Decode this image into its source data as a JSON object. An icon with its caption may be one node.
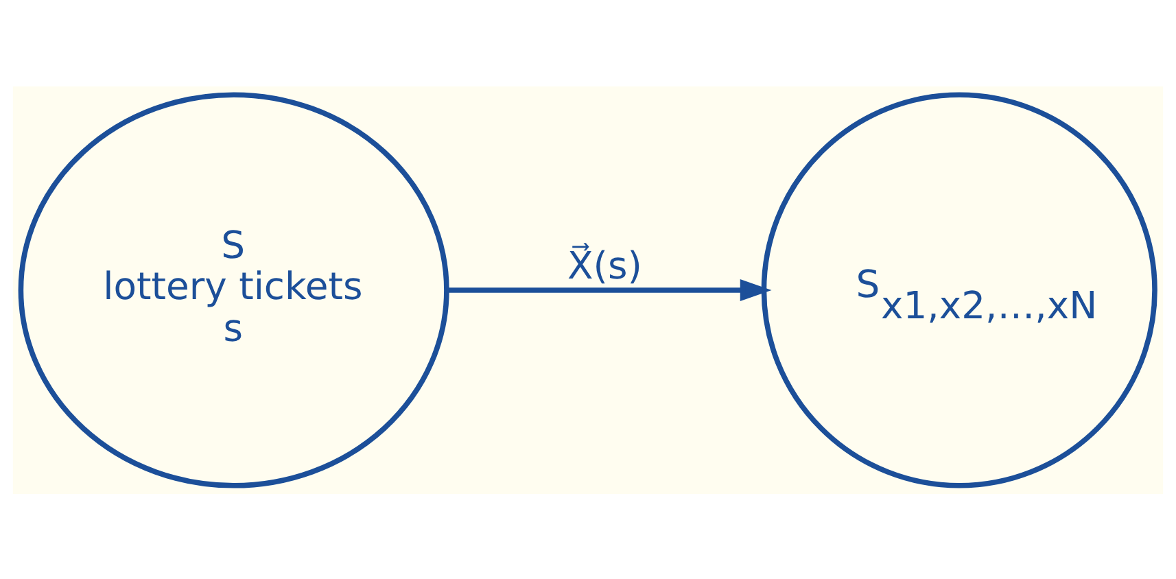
{
  "diagram": {
    "nodes": [
      {
        "text": [
          "S",
          "lottery tickets",
          "s"
        ]
      },
      {
        "text": [
          "S$_{x1,x2,…,xN}$"
        ]
      }
    ],
    "edges": [
      {
        "from": 0,
        "to": 1,
        "arrow": "to",
        "label": "X⃗(s)"
      }
    ]
  }
}
